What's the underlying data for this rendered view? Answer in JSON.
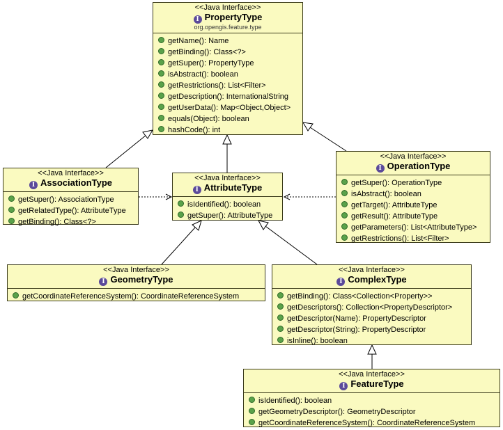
{
  "stereotype": "<<Java Interface>>",
  "interfaces": {
    "property_type": {
      "name": "PropertyType",
      "package": "org.opengis.feature.type",
      "operations": [
        "getName(): Name",
        "getBinding(): Class<?>",
        "getSuper(): PropertyType",
        "isAbstract(): boolean",
        "getRestrictions(): List<Filter>",
        "getDescription(): InternationalString",
        "getUserData(): Map<Object,Object>",
        "equals(Object): boolean",
        "hashCode(): int"
      ]
    },
    "association_type": {
      "name": "AssociationType",
      "operations": [
        "getSuper(): AssociationType",
        "getRelatedType(): AttributeType",
        "getBinding(): Class<?>"
      ]
    },
    "attribute_type": {
      "name": "AttributeType",
      "operations": [
        "isIdentified(): boolean",
        "getSuper(): AttributeType"
      ]
    },
    "operation_type": {
      "name": "OperationType",
      "operations": [
        "getSuper(): OperationType",
        "isAbstract(): boolean",
        "getTarget(): AttributeType",
        "getResult(): AttributeType",
        "getParameters(): List<AttributeType>",
        "getRestrictions(): List<Filter>"
      ]
    },
    "geometry_type": {
      "name": "GeometryType",
      "operations": [
        "getCoordinateReferenceSystem(): CoordinateReferenceSystem"
      ]
    },
    "complex_type": {
      "name": "ComplexType",
      "operations": [
        "getBinding(): Class<Collection<Property>>",
        "getDescriptors(): Collection<PropertyDescriptor>",
        "getDescriptor(Name): PropertyDescriptor",
        "getDescriptor(String): PropertyDescriptor",
        "isInline(): boolean"
      ]
    },
    "feature_type": {
      "name": "FeatureType",
      "operations": [
        "isIdentified(): boolean",
        "getGeometryDescriptor(): GeometryDescriptor",
        "getCoordinateReferenceSystem(): CoordinateReferenceSystem"
      ]
    }
  },
  "relations": [
    {
      "from": "AssociationType",
      "to": "PropertyType",
      "kind": "generalization"
    },
    {
      "from": "AttributeType",
      "to": "PropertyType",
      "kind": "generalization"
    },
    {
      "from": "OperationType",
      "to": "PropertyType",
      "kind": "generalization"
    },
    {
      "from": "GeometryType",
      "to": "AttributeType",
      "kind": "generalization"
    },
    {
      "from": "ComplexType",
      "to": "AttributeType",
      "kind": "generalization"
    },
    {
      "from": "FeatureType",
      "to": "ComplexType",
      "kind": "generalization"
    },
    {
      "from": "AssociationType",
      "to": "AttributeType",
      "kind": "dependency"
    },
    {
      "from": "OperationType",
      "to": "AttributeType",
      "kind": "dependency"
    }
  ]
}
